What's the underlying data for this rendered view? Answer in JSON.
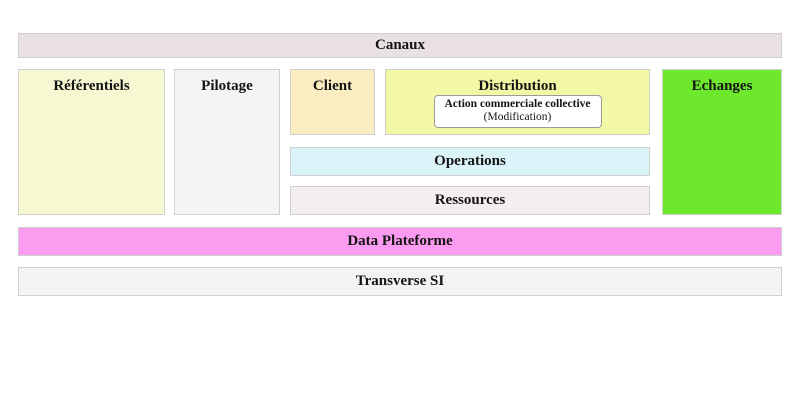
{
  "diagram": {
    "canaux": {
      "label": "Canaux",
      "bg": "#e8e0e1"
    },
    "referentiels": {
      "label": "Référentiels",
      "bg": "#f6f8d2"
    },
    "pilotage": {
      "label": "Pilotage",
      "bg": "#f5f4f4"
    },
    "client": {
      "label": "Client",
      "bg": "#fbedc2"
    },
    "distribution": {
      "label": "Distribution",
      "bg": "#f3f8a6",
      "card": {
        "title": "Action commerciale collective",
        "subtitle": "(Modification)"
      }
    },
    "echanges": {
      "label": "Echanges",
      "bg": "#6ee82d"
    },
    "operations": {
      "label": "Operations",
      "bg": "#dbf4f9"
    },
    "ressources": {
      "label": "Ressources",
      "bg": "#f3efef"
    },
    "data_plateforme": {
      "label": "Data Plateforme",
      "bg": "#fb9cf0"
    },
    "transverse_si": {
      "label": "Transverse SI",
      "bg": "#f4f3f3"
    }
  }
}
